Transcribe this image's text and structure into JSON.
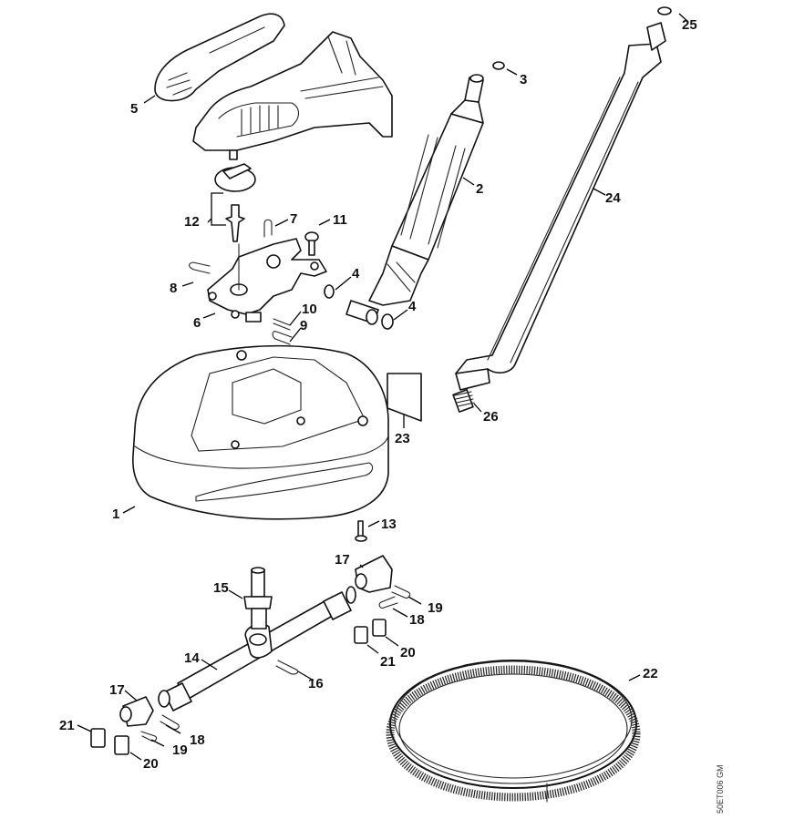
{
  "diagram": {
    "type": "exploded-parts-diagram",
    "reference_code": "50ET006 GM",
    "callouts": [
      {
        "id": "1",
        "label": "1",
        "part": "housing"
      },
      {
        "id": "2",
        "label": "2",
        "part": "handle-tube"
      },
      {
        "id": "3",
        "label": "3",
        "part": "o-ring"
      },
      {
        "id": "4a",
        "label": "4",
        "part": "o-ring"
      },
      {
        "id": "4b",
        "label": "4",
        "part": "o-ring"
      },
      {
        "id": "5",
        "label": "5",
        "part": "cover"
      },
      {
        "id": "6",
        "label": "6",
        "part": "bracket"
      },
      {
        "id": "7",
        "label": "7",
        "part": "clip"
      },
      {
        "id": "8",
        "label": "8",
        "part": "clip"
      },
      {
        "id": "9",
        "label": "9",
        "part": "clip"
      },
      {
        "id": "10",
        "label": "10",
        "part": "clip"
      },
      {
        "id": "11",
        "label": "11",
        "part": "screw"
      },
      {
        "id": "12",
        "label": "12",
        "part": "knob-and-spindle"
      },
      {
        "id": "13",
        "label": "13",
        "part": "screw"
      },
      {
        "id": "14",
        "label": "14",
        "part": "spray-bar"
      },
      {
        "id": "15",
        "label": "15",
        "part": "swivel-fitting"
      },
      {
        "id": "16",
        "label": "16",
        "part": "clip"
      },
      {
        "id": "17a",
        "label": "17",
        "part": "elbow"
      },
      {
        "id": "17b",
        "label": "17",
        "part": "elbow"
      },
      {
        "id": "18a",
        "label": "18",
        "part": "clip"
      },
      {
        "id": "18b",
        "label": "18",
        "part": "clip"
      },
      {
        "id": "19a",
        "label": "19",
        "part": "clip"
      },
      {
        "id": "19b",
        "label": "19",
        "part": "clip"
      },
      {
        "id": "20a",
        "label": "20",
        "part": "nozzle"
      },
      {
        "id": "20b",
        "label": "20",
        "part": "nozzle"
      },
      {
        "id": "21a",
        "label": "21",
        "part": "nozzle"
      },
      {
        "id": "21b",
        "label": "21",
        "part": "nozzle"
      },
      {
        "id": "22",
        "label": "22",
        "part": "brush-ring"
      },
      {
        "id": "23",
        "label": "23",
        "part": "label"
      },
      {
        "id": "24",
        "label": "24",
        "part": "extension-tube"
      },
      {
        "id": "25",
        "label": "25",
        "part": "o-ring"
      },
      {
        "id": "26",
        "label": "26",
        "part": "spring"
      }
    ]
  }
}
